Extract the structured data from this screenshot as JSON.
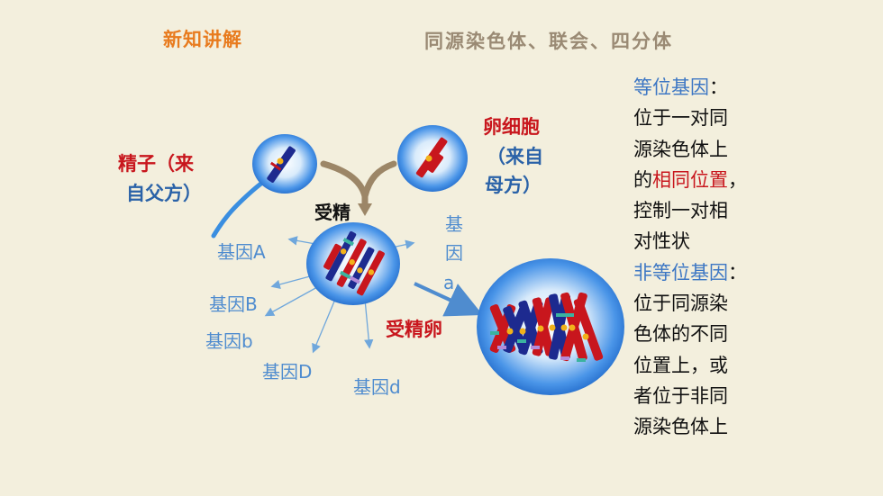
{
  "header": {
    "section_label": "新知讲解",
    "topic_title": "同源染色体、联会、四分体"
  },
  "diagram": {
    "sperm_label_line1": "精子（来",
    "sperm_label_line2": "自父方）",
    "egg_label_line1": "卵细胞",
    "egg_label_line2": "（来自",
    "egg_label_line3": "母方）",
    "fertilization_label": "受精",
    "fertilized_egg_label": "受精卵",
    "gene_A": "基因A",
    "gene_a_line1": "基",
    "gene_a_line2": "因",
    "gene_a_line3": "a",
    "gene_B": "基因B",
    "gene_b": "基因b",
    "gene_D": "基因D",
    "gene_d": "基因d"
  },
  "definitions": {
    "allele_term": "等位基因",
    "allele_colon": "：",
    "allele_line1": "位于一对同",
    "allele_line2": "源染色体上",
    "allele_line3_pre": "的",
    "allele_line3_hl": "相同位置",
    "allele_line3_post": "，",
    "allele_line4": "控制一对相",
    "allele_line5": "对性状",
    "nonallele_term": "非等位基因",
    "nonallele_colon": "：",
    "nonallele_line1": "位于同源染",
    "nonallele_line2": "色体的不同",
    "nonallele_line3": "位置上，或",
    "nonallele_line4": "者位于非同",
    "nonallele_line5": "源染色体上"
  },
  "colors": {
    "accent_orange": "#e87b1e",
    "title_gray": "#9a8a74",
    "red": "#c8161d",
    "blue": "#2a62a8",
    "cell_blue": "#2f7fe0"
  }
}
